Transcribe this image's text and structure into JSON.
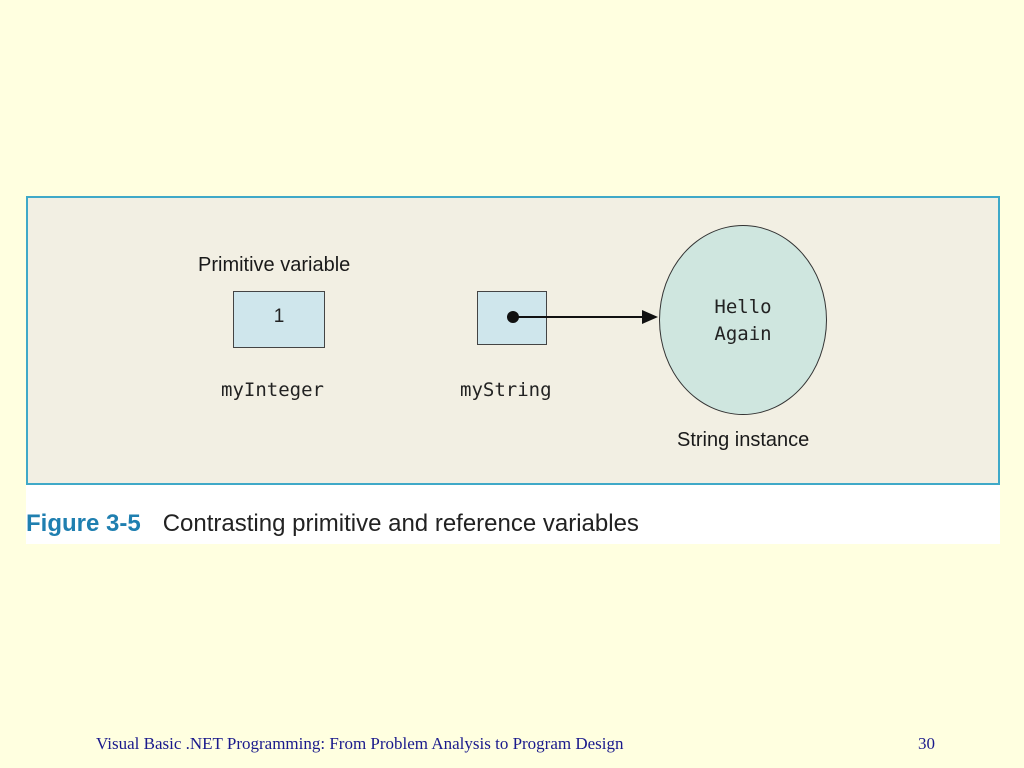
{
  "figure": {
    "primitive_label": "Primitive variable",
    "int_value": "1",
    "int_var_name": "myInteger",
    "str_var_name": "myString",
    "string_value_line1": "Hello",
    "string_value_line2": "Again",
    "instance_label": "String instance",
    "caption_number": "Figure 3-5",
    "caption_text": "Contrasting primitive and reference variables"
  },
  "footer": {
    "title": "Visual Basic .NET Programming: From Problem Analysis to Program Design",
    "page": "30"
  },
  "colors": {
    "slide_background": "#ffffe0",
    "panel_background": "#f2efe3",
    "panel_border": "#3fa9c8",
    "box_fill": "#cfe6ec",
    "ellipse_fill": "#cfe6df",
    "caption_number": "#1f7fb0",
    "footer_text": "#1a1a8c"
  }
}
